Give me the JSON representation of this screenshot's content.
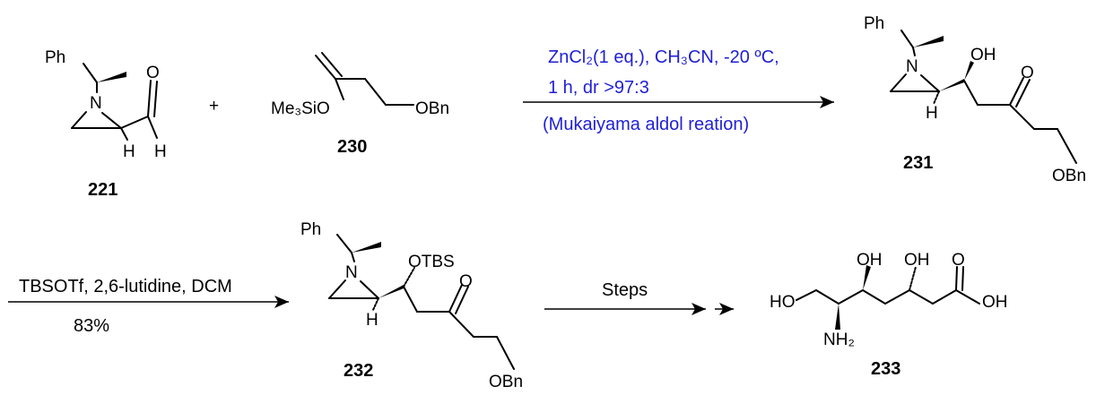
{
  "compounds": {
    "c221": {
      "number": "221",
      "atoms": {
        "ph": "Ph",
        "n": "N",
        "o": "O",
        "h1": "H",
        "h2": "H"
      }
    },
    "plus": "+",
    "c230": {
      "number": "230",
      "atoms": {
        "me3sio": "Me₃SiO",
        "obn": "OBn"
      }
    },
    "c231": {
      "number": "231",
      "atoms": {
        "ph": "Ph",
        "n": "N",
        "oh": "OH",
        "o": "O",
        "h": "H",
        "obn": "OBn"
      }
    },
    "c232": {
      "number": "232",
      "atoms": {
        "ph": "Ph",
        "n": "N",
        "otbs": "OTBS",
        "o": "O",
        "h": "H",
        "obn": "OBn"
      }
    },
    "c233": {
      "number": "233",
      "atoms": {
        "ho": "HO",
        "oh1": "OH",
        "oh2": "OH",
        "o": "O",
        "oh3": "OH",
        "nh2": "NH₂"
      }
    }
  },
  "arrows": {
    "step1": {
      "line1": "ZnCl₂(1 eq.), CH₃CN, -20 ºC,",
      "line2": "1 h, dr >97:3",
      "line3": "(Mukaiyama aldol reation)",
      "color": "#1f1fd6"
    },
    "step2": {
      "line1": "TBSOTf, 2,6-lutidine, DCM",
      "line2": "83%"
    },
    "step3": {
      "label": "Steps"
    }
  }
}
